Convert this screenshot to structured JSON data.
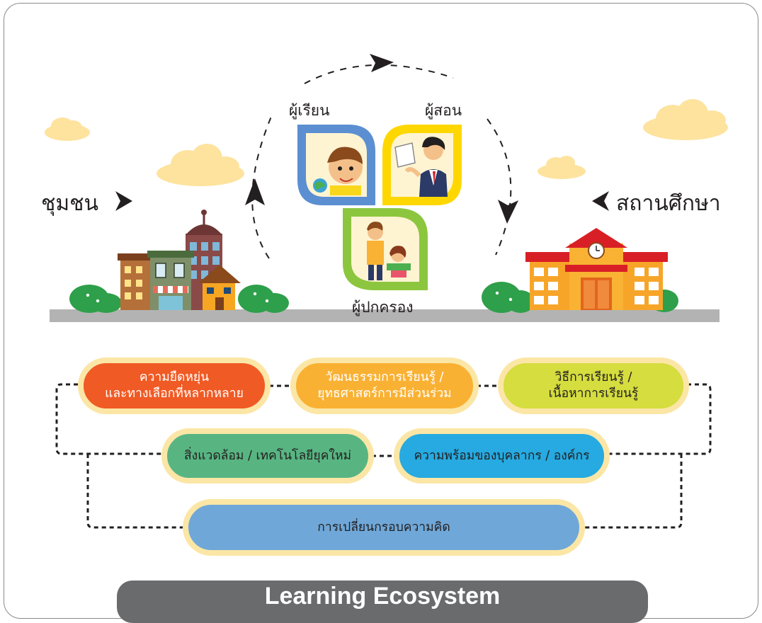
{
  "labels": {
    "community": "ชุมชน",
    "school": "สถานศึกษา",
    "learner": "ผู้เรียน",
    "teacher": "ผู้สอน",
    "parent": "ผู้ปกครอง"
  },
  "factors": {
    "flexibility": [
      "ความยืดหยุ่น",
      "และทางเลือกที่หลากหลาย"
    ],
    "culture": [
      "วัฒนธรรมการเรียนรู้ /",
      "ยุทธศาสตร์การมีส่วนร่วม"
    ],
    "method": [
      "วิธีการเรียนรู้ /",
      "เนื้อหาการเรียนรู้"
    ],
    "environment": "สิ่งแวดล้อม / เทคโนโลยียุคใหม่",
    "readiness": "ความพร้อมของบุคลากร / องค์กร",
    "mindset": "การเปลี่ยนกรอบความคิด"
  },
  "footer_title": "Learning Ecosystem",
  "colors": {
    "flexibility": "#f05a24",
    "culture": "#f9b133",
    "method": "#d5dd3f",
    "environment": "#58b582",
    "readiness": "#26aae1",
    "mindset": "#6fa8d8",
    "pill_border": "#fbe6a6",
    "leaf_learner": "#5b8fd1",
    "leaf_teacher": "#ffd700",
    "leaf_parent": "#8cc63f"
  }
}
